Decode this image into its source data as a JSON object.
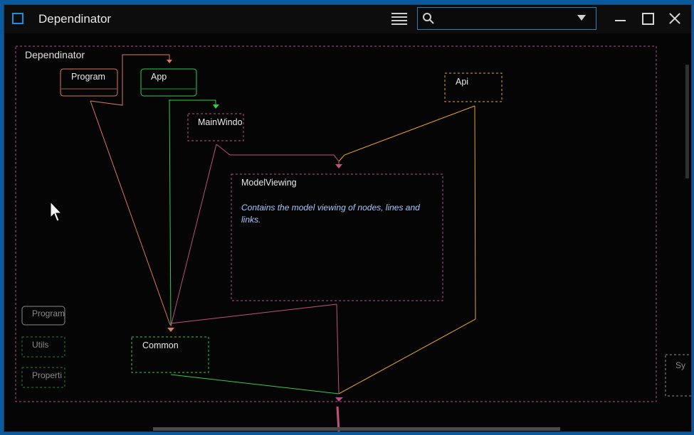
{
  "app": {
    "title": "Dependinator"
  },
  "search": {
    "placeholder": "",
    "value": ""
  },
  "diagram": {
    "root_label": "Dependinator",
    "nodes": {
      "program": "Program",
      "app": "App",
      "main_window": "MainWindo",
      "api": "Api",
      "model_viewing": "ModelViewing",
      "model_viewing_desc_1": "Contains the model viewing of nodes, lines and",
      "model_viewing_desc_2": "links.",
      "common": "Common",
      "side_program": "Program",
      "utils": "Utils",
      "properties": "Properti",
      "right_partial": "Sy"
    }
  },
  "colors": {
    "accent": "#1e90e0",
    "program": "#d97a5c",
    "app": "#2fcf4f",
    "api": "#e8a428",
    "model_viewing": "#b84a8a",
    "common": "#2fcf4f",
    "links_common": "#c2537a",
    "gray": "#8a8a8a"
  }
}
